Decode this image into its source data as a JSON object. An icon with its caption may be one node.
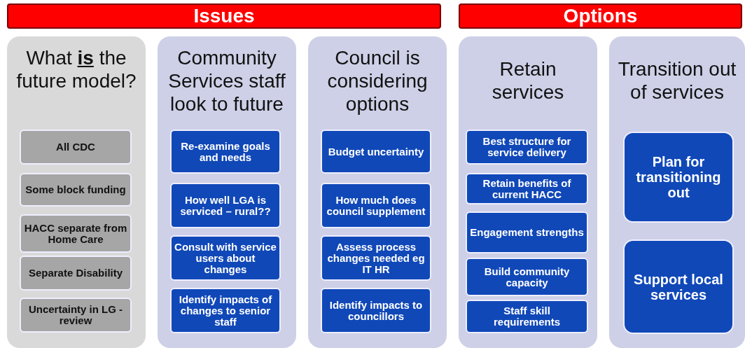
{
  "diagram": {
    "nodes": [
      {
        "text": [
          "Issues"
        ]
      },
      {
        "text": [
          "Options"
        ]
      },
      {
        "text": [
          "What **is** the future model?"
        ]
      },
      {
        "text": [
          "All CDC"
        ],
        "in": 2
      },
      {
        "text": [
          "Some block funding"
        ],
        "in": 2
      },
      {
        "text": [
          "HACC separate from Home Care"
        ],
        "in": 2
      },
      {
        "text": [
          "Separate Disability"
        ],
        "in": 2
      },
      {
        "text": [
          "Uncertainty in LG - review"
        ],
        "in": 2
      },
      {
        "text": [
          "Community Services staff look to future"
        ]
      },
      {
        "text": [
          "Re-examine goals and needs"
        ],
        "in": 8
      },
      {
        "text": [
          "How well LGA is serviced – rural??"
        ],
        "in": 8
      },
      {
        "text": [
          "Consult with service users about changes"
        ],
        "in": 8
      },
      {
        "text": [
          "Identify impacts of changes to senior staff"
        ],
        "in": 8
      },
      {
        "text": [
          "Council is considering options"
        ]
      },
      {
        "text": [
          "Budget uncertainty"
        ],
        "in": 13
      },
      {
        "text": [
          "How much does council supplement"
        ],
        "in": 13
      },
      {
        "text": [
          "Assess process changes needed eg IT HR"
        ],
        "in": 13
      },
      {
        "text": [
          "Identify impacts to councillors"
        ],
        "in": 13
      },
      {
        "text": [
          "Retain services"
        ]
      },
      {
        "text": [
          "Best structure for service delivery"
        ],
        "in": 18
      },
      {
        "text": [
          "Retain benefits of current HACC"
        ],
        "in": 18
      },
      {
        "text": [
          "Engagement strengths"
        ],
        "in": 18
      },
      {
        "text": [
          "Build community capacity"
        ],
        "in": 18
      },
      {
        "text": [
          "Staff skill requirements"
        ],
        "in": 18
      },
      {
        "text": [
          "Transition out of services"
        ]
      },
      {
        "text": [
          "Plan for transitioning out"
        ],
        "in": 24
      },
      {
        "text": [
          "Support local services"
        ],
        "in": 24
      }
    ],
    "edges": []
  }
}
